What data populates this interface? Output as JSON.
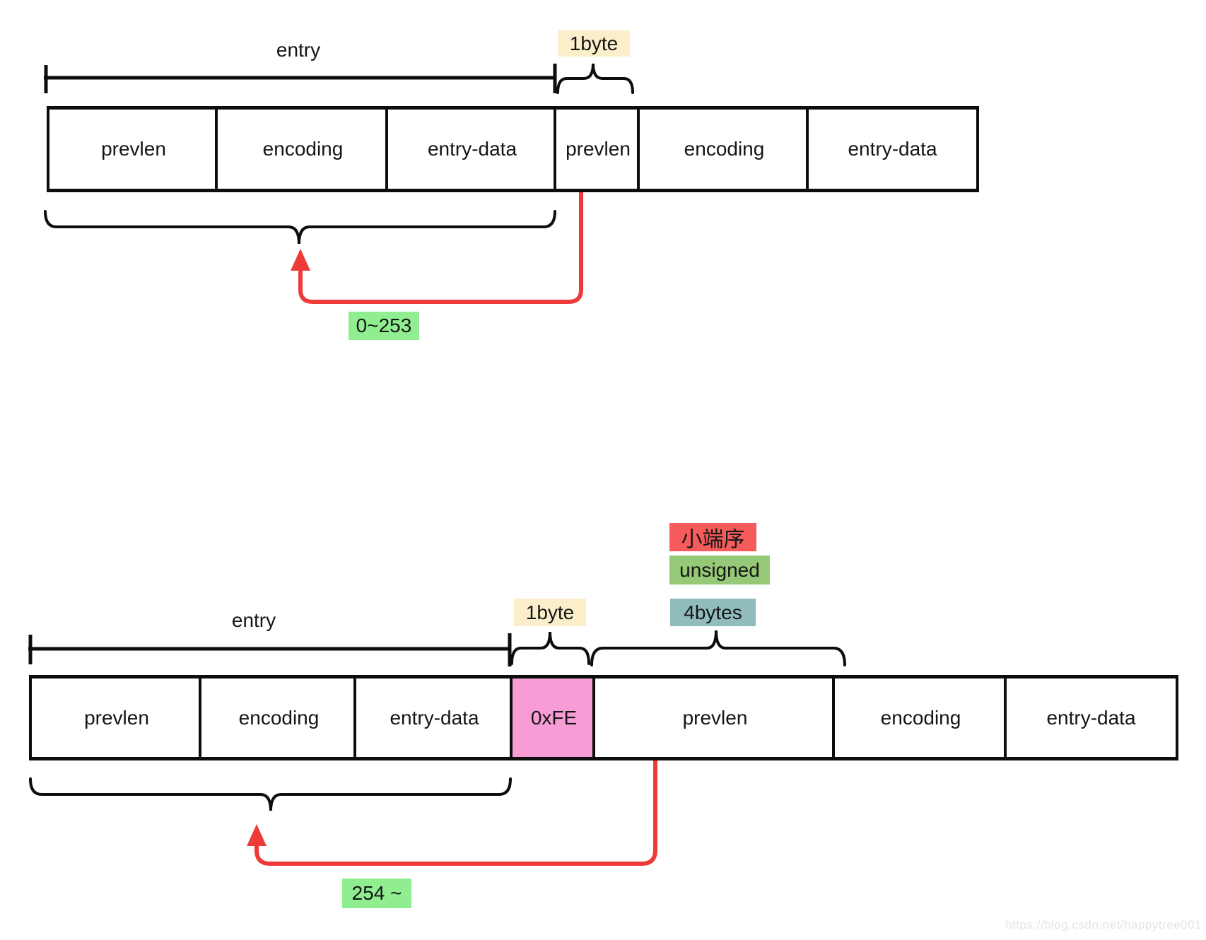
{
  "colors": {
    "line_black": "#0d0d0d",
    "arrow_red": "#ef3a3a",
    "byte_cream": "#fbefcb",
    "fe_pink": "#f89cd5",
    "range_green": "#90ee90",
    "endian_red": "#f55b5b",
    "unsigned_green": "#96c977",
    "bytes_teal": "#90bdbc",
    "watermark_gray": "#e4e4e9"
  },
  "top": {
    "entry_label": "entry",
    "byte_label": "1byte",
    "cells": [
      "prevlen",
      "encoding",
      "entry-data",
      "prevlen",
      "encoding",
      "entry-data"
    ],
    "range_label": "0~253"
  },
  "bottom": {
    "entry_label": "entry",
    "byte_label": "1byte",
    "endian_label": "小端序",
    "unsigned_label": "unsigned",
    "bytes_label": "4bytes",
    "cells": [
      "prevlen",
      "encoding",
      "entry-data",
      "0xFE",
      "prevlen",
      "encoding",
      "entry-data"
    ],
    "range_label": "254 ~"
  },
  "watermark": "https://blog.csdn.net/happytree001"
}
